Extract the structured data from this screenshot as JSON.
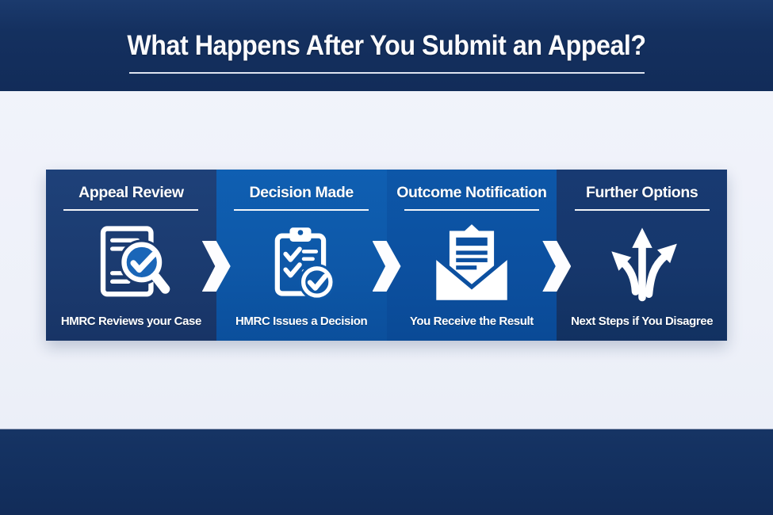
{
  "header": {
    "title": "What Happens After You Submit an Appeal?"
  },
  "steps": [
    {
      "title": "Appeal Review",
      "caption": "HMRC Reviews your Case",
      "icon": "document-magnifier-check-icon"
    },
    {
      "title": "Decision Made",
      "caption": "HMRC Issues a Decision",
      "icon": "clipboard-checklist-icon"
    },
    {
      "title": "Outcome Notification",
      "caption": "You Receive the Result",
      "icon": "envelope-letter-icon"
    },
    {
      "title": "Further Options",
      "caption": "Next Steps if You Disagree",
      "icon": "branching-arrows-icon"
    }
  ],
  "colors": {
    "header_navy": "#14305f",
    "footer_navy": "#13305f",
    "background_light": "#eef1f9",
    "card1_navy": "#1b3b70",
    "card2_blue": "#0e58a8",
    "card3_blue": "#0c50a0",
    "card4_navy": "#16376c",
    "text_white": "#ffffff",
    "magnifier_lens_blue": "#1a66b8"
  }
}
